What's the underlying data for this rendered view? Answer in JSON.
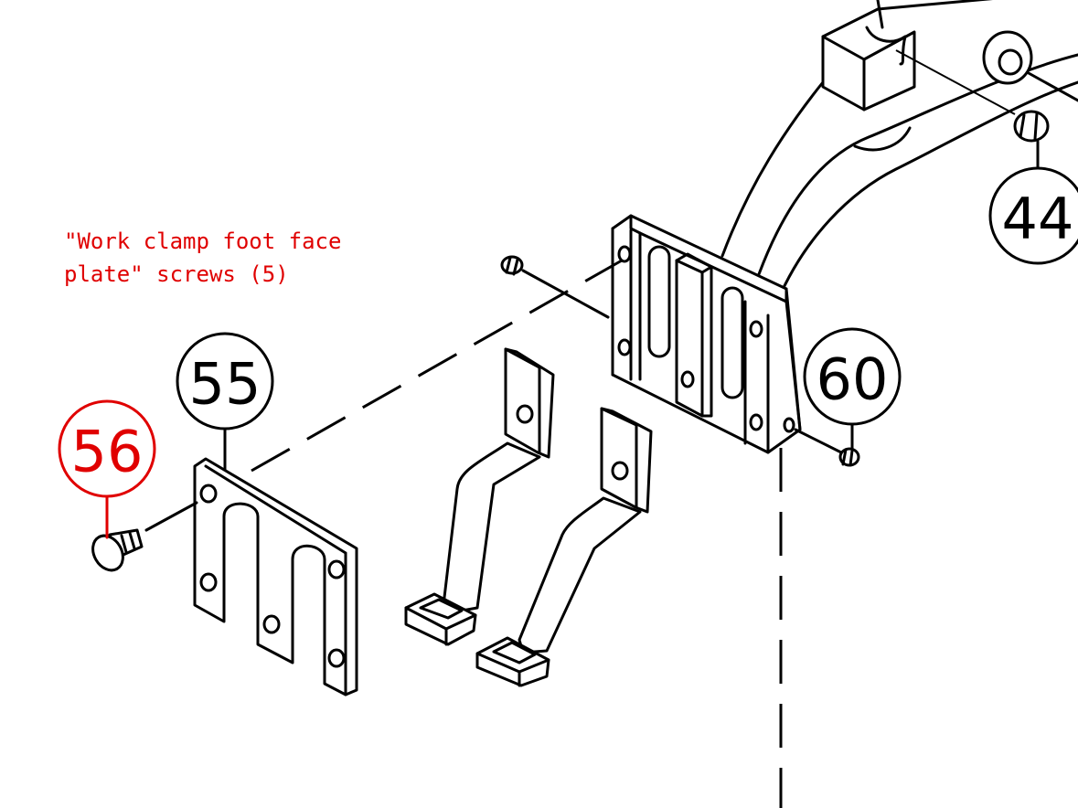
{
  "annotation": {
    "line1": "\"Work clamp foot face",
    "line2": "plate\" screws (5)",
    "color": "#e00000"
  },
  "callouts": [
    {
      "id": "55",
      "label": "55",
      "color": "#000000"
    },
    {
      "id": "56",
      "label": "56",
      "color": "#e00000"
    },
    {
      "id": "60",
      "label": "60",
      "color": "#000000"
    },
    {
      "id": "44",
      "label": "44",
      "color": "#000000"
    }
  ]
}
